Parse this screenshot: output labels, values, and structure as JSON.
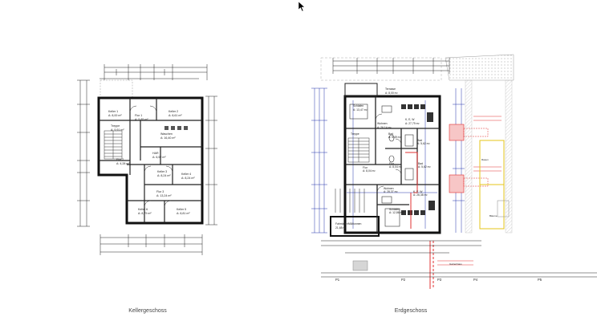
{
  "captions": {
    "left": "Kellergeschoss",
    "right": "Erdgeschoss"
  },
  "basement": {
    "rooms": [
      {
        "name": "Keller 1",
        "area": "A: 8,00 m²"
      },
      {
        "name": "Keller 2",
        "area": "A: 8,61 m²"
      },
      {
        "name": "Flur 1",
        "area": "A: 5,85 m²"
      },
      {
        "name": "Waschen",
        "area": "A: 16,40 m²"
      },
      {
        "name": "Treppe",
        "area": "A: 9,91 m²"
      },
      {
        "name": "HAR",
        "area": "A: 6,52 m²"
      },
      {
        "name": "Flur 2",
        "area": "A: 4,28 m²"
      },
      {
        "name": "Keller 3",
        "area": "A: 8,24 m²"
      },
      {
        "name": "Keller 4",
        "area": "A: 8,24 m²"
      },
      {
        "name": "Flur 3",
        "area": "A: 13,24 m²"
      },
      {
        "name": "Keller 6",
        "area": "A: 8,79 m²"
      },
      {
        "name": "Keller 5",
        "area": "A: 8,81 m²"
      }
    ]
  },
  "ground": {
    "rooms": [
      {
        "name": "Terrasse",
        "area": "A: 8,00 m²"
      },
      {
        "name": "Schlafen",
        "area": "A: 13,47 m²"
      },
      {
        "name": "Wohnen",
        "area": "A: 26,14 m²"
      },
      {
        "name": "K, E, W",
        "area": "A: 27,79 m²"
      },
      {
        "name": "Treppe",
        "area": ""
      },
      {
        "name": "Bad",
        "area": "A: 5,49 m²"
      },
      {
        "name": "Bad",
        "area": "A: 5,62 m²"
      },
      {
        "name": "Flur",
        "area": "A: 8,04 m²"
      },
      {
        "name": "Flur",
        "area": "A: 8,04 m²"
      },
      {
        "name": "Bad",
        "area": "A: 5,62 m²"
      },
      {
        "name": "Wohnen",
        "area": "A: 28,37 m²"
      },
      {
        "name": "K, E, W",
        "area": "A: 26,38 m²"
      },
      {
        "name": "Schlafen",
        "area": "A: 12,86 m²"
      },
      {
        "name": "Fahrräder/Mülltonnen",
        "area": "21,68 m²"
      }
    ],
    "grid_labels": [
      "P1",
      "P2",
      "P3",
      "P4",
      "P5"
    ],
    "annotations": [
      "Bäume",
      "Rasen",
      "Gartenhaus"
    ]
  },
  "colors": {
    "line": "#1a1a1a",
    "dimension": "#2233aa",
    "alteration_red": "#e03030",
    "alteration_fill": "#f7c6c6",
    "new_yellow": "#e6c619",
    "grey_fill": "#d6d6d6"
  }
}
